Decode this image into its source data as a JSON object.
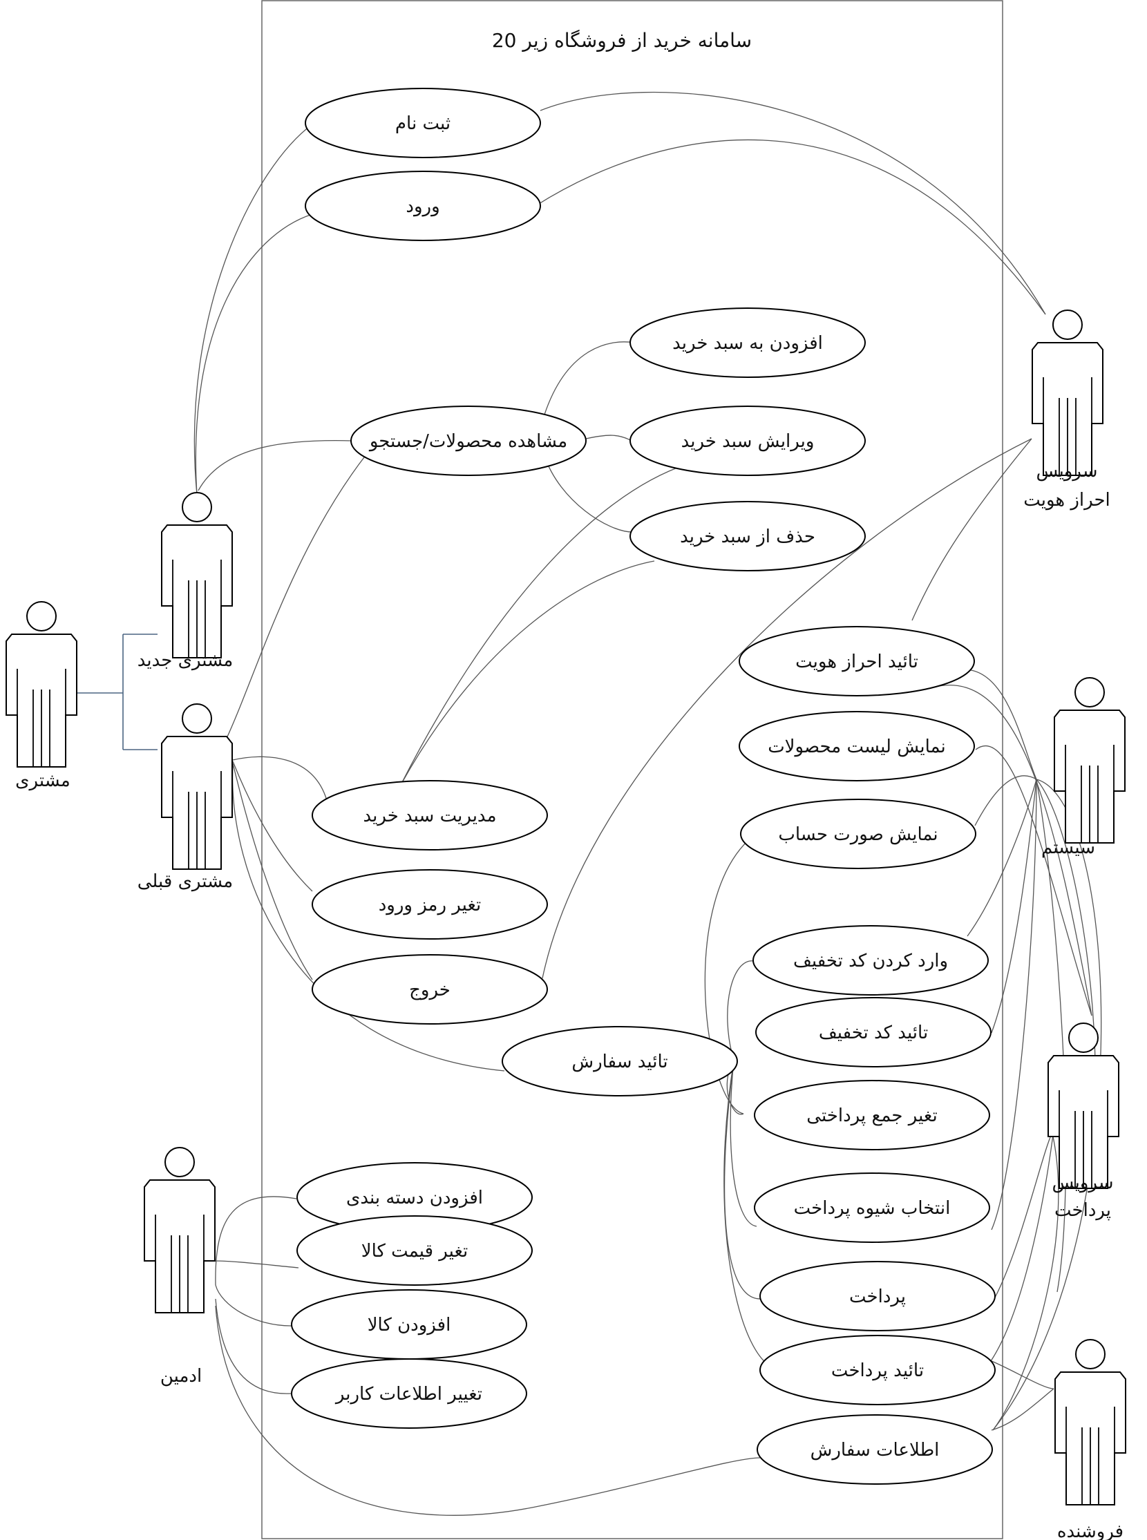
{
  "system": {
    "title": "سامانه خرید از فروشگاه زیر 20"
  },
  "actors": {
    "customer": "مشتری",
    "new_customer": "مشتری جدید",
    "old_customer": "مشتری قبلی",
    "admin": "ادمین",
    "auth_service": [
      "سرویس",
      "احراز هویت"
    ],
    "system": "سیستم",
    "payment_service": [
      "سرویس",
      "پرداخت"
    ],
    "seller": "فروشنده"
  },
  "use_cases": {
    "register": "ثبت نام",
    "login": "ورود",
    "add_to_cart": "افزودن به سبد خرید",
    "browse_products": "مشاهده محصولات/جستجو",
    "edit_cart": "ویرایش سبد خرید",
    "remove_from_cart": "حذف از سبد خرید",
    "confirm_auth": "تائید احراز هویت",
    "show_product_list": "نمایش لیست محصولات",
    "show_invoice": "نمایش صورت حساب",
    "manage_cart": "مدیریت سبد خرید",
    "change_password": "تغیر رمز ورود",
    "logout": "خروج",
    "enter_discount": "وارد کردن کد تخفیف",
    "confirm_discount": "تائید کد تخفیف",
    "confirm_order": "تائید سفارش",
    "change_total": "تغیر جمع پرداختی",
    "add_category": "افزودن دسته بندی",
    "choose_payment": "انتخاب شیوه پرداخت",
    "change_price": "تغیر قیمت کالا",
    "add_product": "افزودن کالا",
    "pay": "پرداخت",
    "confirm_payment": "تائید پرداخت",
    "change_user_info": "تغییر اطلاعات کاربر",
    "order_info": "اطلاعات سفارش"
  }
}
